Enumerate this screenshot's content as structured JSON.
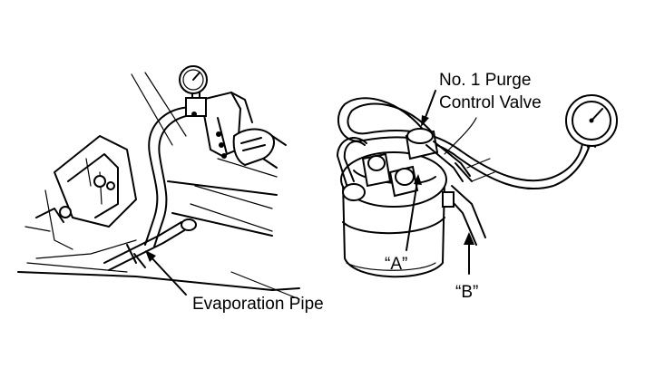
{
  "labels": {
    "evaporation_pipe": "Evaporation Pipe",
    "purge_valve_line1": "No. 1 Purge",
    "purge_valve_line2": "Control Valve",
    "port_a": "“A”",
    "port_b": "“B”"
  },
  "icons": {
    "left_gauge": "pressure-gauge-icon",
    "right_gauge": "pressure-gauge-icon",
    "hand_pump": "hand-vacuum-pump-icon",
    "canister": "charcoal-canister-icon"
  },
  "colors": {
    "ink": "#000000",
    "paper": "#ffffff"
  }
}
